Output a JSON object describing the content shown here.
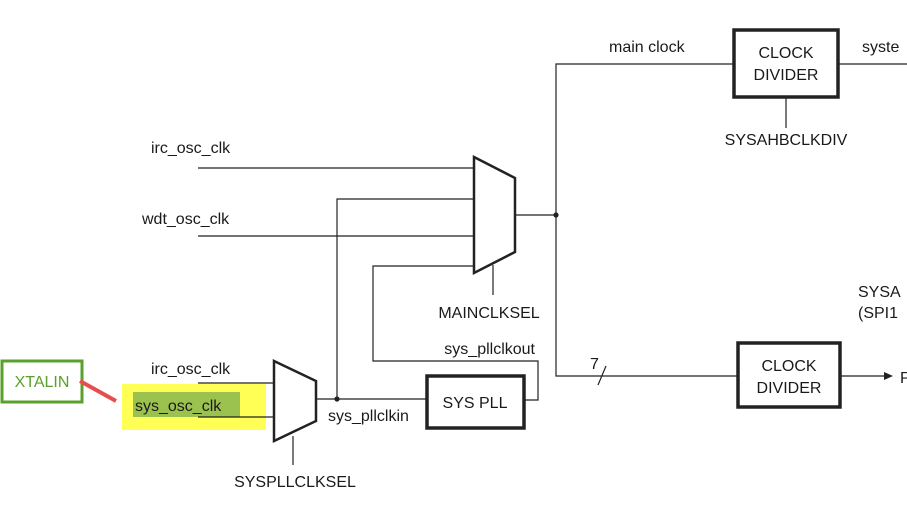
{
  "signals": {
    "irc_osc_clk_main": "irc_osc_clk",
    "wdt_osc_clk": "wdt_osc_clk",
    "main_clock": "main clock",
    "system_out": "syste",
    "sys_pllclkout": "sys_pllclkout",
    "sys_pllclkin": "sys_pllclkin",
    "irc_osc_clk_pll": "irc_osc_clk",
    "sys_osc_clk": "sys_osc_clk",
    "bus_width": "7",
    "lower_output": "P"
  },
  "blocks": {
    "divider_top_line1": "CLOCK",
    "divider_top_line2": "DIVIDER",
    "divider_bottom_line1": "CLOCK",
    "divider_bottom_line2": "DIVIDER",
    "sys_pll": "SYS PLL"
  },
  "selects": {
    "mainclksel": "MAINCLKSEL",
    "syspllclksel": "SYSPLLCLKSEL",
    "sysahbclkdiv": "SYSAHBCLKDIV",
    "sysa_line1": "SYSA",
    "sysa_line2": "(SPI1"
  },
  "annotation": {
    "label": "XTALIN",
    "label_color": "#5aa02c",
    "connector_color": "#e84c4c",
    "highlight_color": "#ffff55",
    "text_highlight_color": "#9bc24e"
  }
}
